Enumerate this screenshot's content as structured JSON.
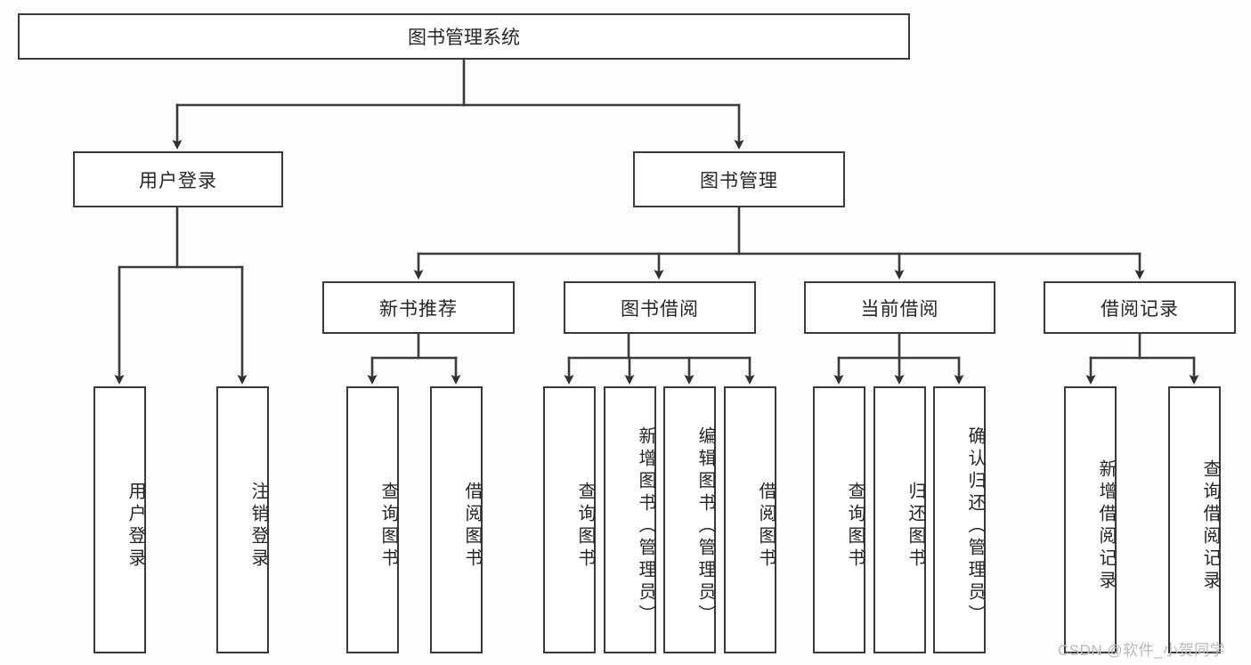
{
  "diagram": {
    "type": "tree-hierarchy",
    "title": "图书管理系统",
    "root": {
      "label": "图书管理系统"
    },
    "level2": [
      {
        "label": "用户登录"
      },
      {
        "label": "图书管理"
      }
    ],
    "level3": [
      {
        "label": "新书推荐"
      },
      {
        "label": "图书借阅"
      },
      {
        "label": "当前借阅"
      },
      {
        "label": "借阅记录"
      }
    ],
    "leaves": {
      "user_login": [
        {
          "label": "用户登录"
        },
        {
          "label": "注销登录"
        }
      ],
      "new_book_recommend": [
        {
          "label": "查询图书"
        },
        {
          "label": "借阅图书"
        }
      ],
      "book_borrow": [
        {
          "label": "查询图书"
        },
        {
          "label": "新增图书（管理员）"
        },
        {
          "label": "编辑图书（管理员）"
        },
        {
          "label": "借阅图书"
        }
      ],
      "current_borrow": [
        {
          "label": "查询图书"
        },
        {
          "label": "归还图书"
        },
        {
          "label": "确认归还（管理员）"
        }
      ],
      "borrow_record": [
        {
          "label": "新增借阅记录"
        },
        {
          "label": "查询借阅记录"
        }
      ]
    }
  },
  "watermark": {
    "text": "CSDN @软件_小贺同学"
  },
  "colors": {
    "stroke": "#3a3a3a",
    "fill": "#ffffff",
    "text": "#262626",
    "watermark": "#b9b9b9"
  }
}
